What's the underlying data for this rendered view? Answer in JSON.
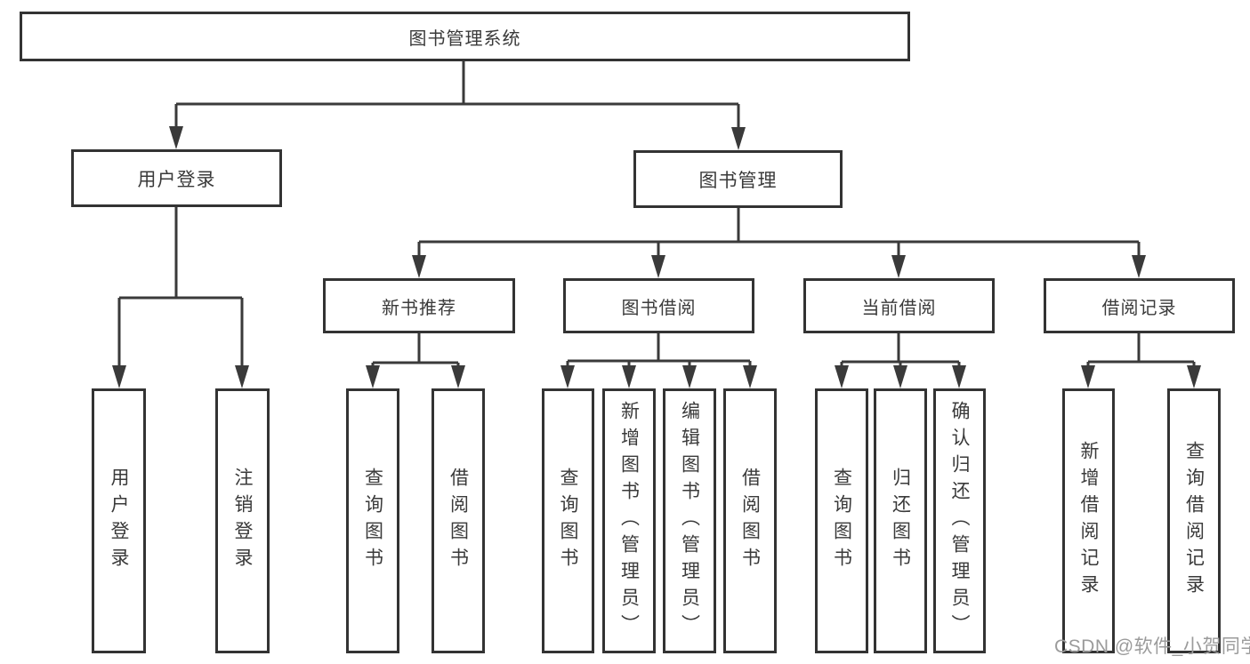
{
  "diagram": {
    "type": "hierarchy-tree",
    "colors": {
      "line": "#3a3a3a",
      "box_border": "#333333",
      "text": "#3a3a3a",
      "background": "#ffffff",
      "watermark": "#9b9b9b"
    },
    "tree": {
      "label": "图书管理系统",
      "children": [
        {
          "label": "用户登录",
          "children": [
            {
              "label": "用户登录"
            },
            {
              "label": "注销登录"
            }
          ]
        },
        {
          "label": "图书管理",
          "children": [
            {
              "label": "新书推荐",
              "children": [
                {
                  "label": "查询图书"
                },
                {
                  "label": "借阅图书"
                }
              ]
            },
            {
              "label": "图书借阅",
              "children": [
                {
                  "label": "查询图书"
                },
                {
                  "label": "新增图书（管理员）"
                },
                {
                  "label": "编辑图书（管理员）"
                },
                {
                  "label": "借阅图书"
                }
              ]
            },
            {
              "label": "当前借阅",
              "children": [
                {
                  "label": "查询图书"
                },
                {
                  "label": "归还图书"
                },
                {
                  "label": "确认归还（管理员）"
                }
              ]
            },
            {
              "label": "借阅记录",
              "children": [
                {
                  "label": "新增借阅记录"
                },
                {
                  "label": "查询借阅记录"
                }
              ]
            }
          ]
        }
      ]
    },
    "watermark": {
      "text": "CSDN @软件_小贺同学"
    }
  }
}
